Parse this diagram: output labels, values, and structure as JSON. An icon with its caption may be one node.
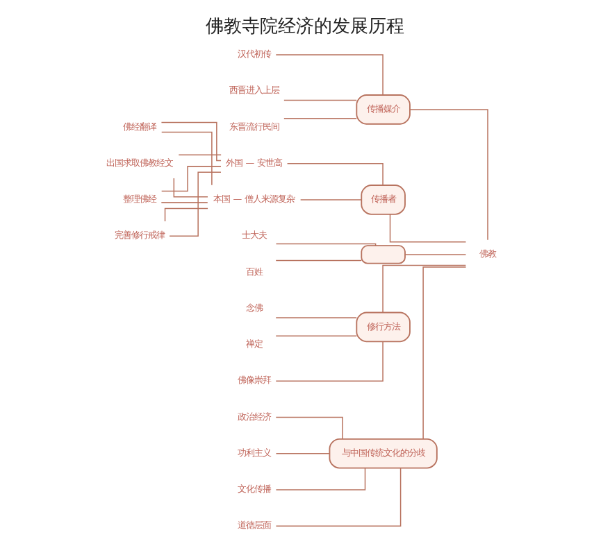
{
  "diagram": {
    "title": "佛教寺院经济的发展历程",
    "nodes": [
      {
        "text": [
          "佛教"
        ]
      },
      {
        "text": [
          "传播媒介"
        ]
      },
      {
        "text": [
          "汉代初传"
        ]
      },
      {
        "text": [
          "西晋进入上层"
        ]
      },
      {
        "text": [
          "东晋流行民间"
        ]
      },
      {
        "text": [
          "传播者"
        ]
      },
      {
        "text": [
          "外国 — 安世高"
        ]
      },
      {
        "text": [
          "本国 — 僧人来源复杂"
        ]
      },
      {
        "text": [
          "佛经翻译"
        ]
      },
      {
        "text": [
          "出国求取佛教经文"
        ]
      },
      {
        "text": [
          "整理佛经"
        ]
      },
      {
        "text": [
          "完善修行戒律"
        ]
      },
      {
        "text": [],
        "shape": "box"
      },
      {
        "text": [
          "士大夫"
        ]
      },
      {
        "text": [
          "百姓"
        ]
      },
      {
        "text": [
          "修行方法"
        ]
      },
      {
        "text": [
          "念佛"
        ]
      },
      {
        "text": [
          "禅定"
        ]
      },
      {
        "text": [
          "佛像崇拜"
        ]
      },
      {
        "text": [
          "与中国传统文化的分歧"
        ]
      },
      {
        "text": [
          "政治经济"
        ]
      },
      {
        "text": [
          "功利主义"
        ]
      },
      {
        "text": [
          "文化传播"
        ]
      },
      {
        "text": [
          "道德层面"
        ]
      }
    ],
    "edges": [
      {
        "from": 0,
        "to": 1,
        "arrow": "none"
      },
      {
        "from": 1,
        "to": 2,
        "arrow": "none"
      },
      {
        "from": 1,
        "to": 3,
        "arrow": "none"
      },
      {
        "from": 1,
        "to": 4,
        "arrow": "none"
      },
      {
        "from": 0,
        "to": 5,
        "arrow": "none"
      },
      {
        "from": 5,
        "to": 6,
        "arrow": "none"
      },
      {
        "from": 5,
        "to": 7,
        "arrow": "none"
      },
      {
        "from": 6,
        "to": 8,
        "arrow": "none"
      },
      {
        "from": 6,
        "to": 9,
        "arrow": "none"
      },
      {
        "from": 6,
        "to": 10,
        "arrow": "none"
      },
      {
        "from": 6,
        "to": 11,
        "arrow": "none"
      },
      {
        "from": 7,
        "to": 8,
        "arrow": "none"
      },
      {
        "from": 7,
        "to": 9,
        "arrow": "none"
      },
      {
        "from": 7,
        "to": 10,
        "arrow": "none"
      },
      {
        "from": 7,
        "to": 11,
        "arrow": "none"
      },
      {
        "from": 0,
        "to": 12,
        "arrow": "none"
      },
      {
        "from": 12,
        "to": 13,
        "arrow": "none"
      },
      {
        "from": 12,
        "to": 14,
        "arrow": "none"
      },
      {
        "from": 0,
        "to": 15,
        "arrow": "none"
      },
      {
        "from": 15,
        "to": 16,
        "arrow": "none"
      },
      {
        "from": 15,
        "to": 17,
        "arrow": "none"
      },
      {
        "from": 15,
        "to": 18,
        "arrow": "none"
      },
      {
        "from": 0,
        "to": 19,
        "arrow": "none"
      },
      {
        "from": 19,
        "to": 20,
        "arrow": "none"
      },
      {
        "from": 19,
        "to": 21,
        "arrow": "none"
      },
      {
        "from": 19,
        "to": 22,
        "arrow": "none"
      },
      {
        "from": 19,
        "to": 23,
        "arrow": "none"
      }
    ]
  }
}
